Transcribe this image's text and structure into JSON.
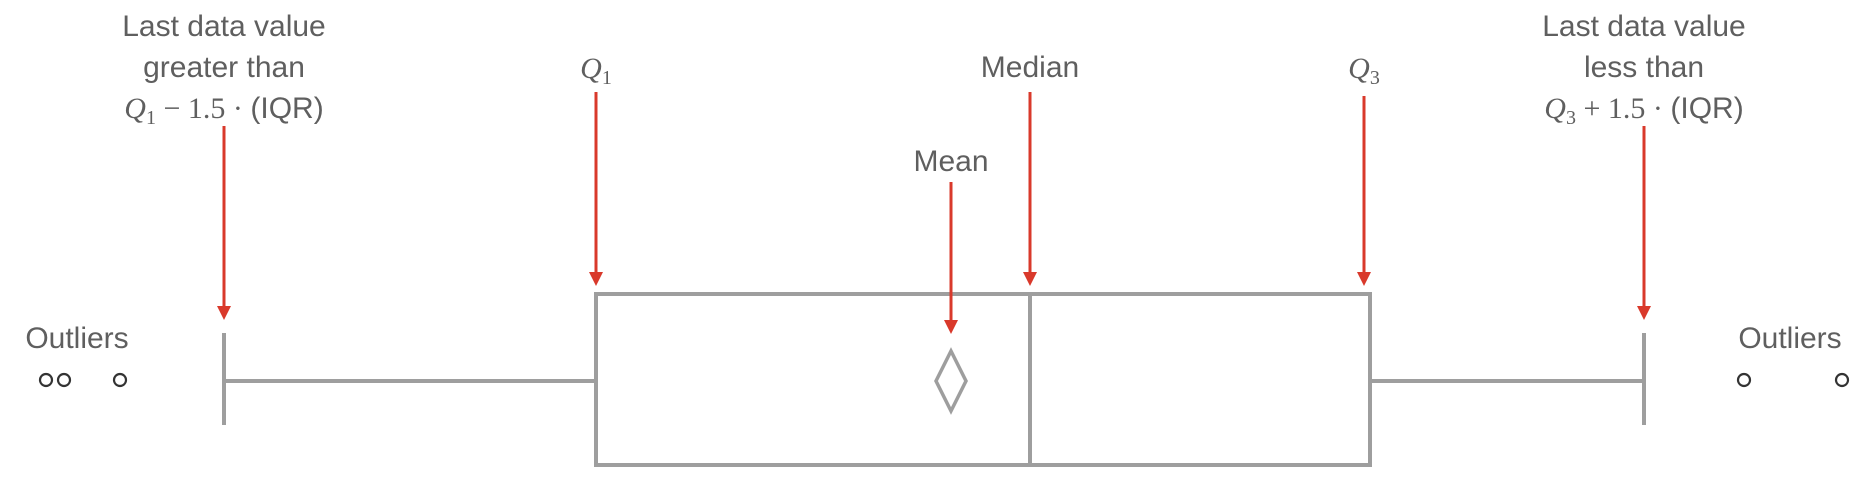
{
  "labels": {
    "lower_whisker_line1": "Last data value",
    "lower_whisker_line2": "greater than",
    "lower_whisker_formula": {
      "q": "Q",
      "sub": "1",
      "rest": " − 1.5 · ",
      "iqr": "(IQR)"
    },
    "q1": {
      "q": "Q",
      "sub": "1"
    },
    "median": "Median",
    "mean": "Mean",
    "q3": {
      "q": "Q",
      "sub": "3"
    },
    "upper_whisker_line1": "Last data value",
    "upper_whisker_line2": "less than",
    "upper_whisker_formula": {
      "q": "Q",
      "sub": "3",
      "rest": " + 1.5 · ",
      "iqr": "(IQR)"
    },
    "outliers_left": "Outliers",
    "outliers_right": "Outliers"
  },
  "colors": {
    "box_stroke": "#9e9e9e",
    "arrow": "#d9392b",
    "text": "#5f5f5f",
    "outlier_stroke": "#333333"
  }
}
